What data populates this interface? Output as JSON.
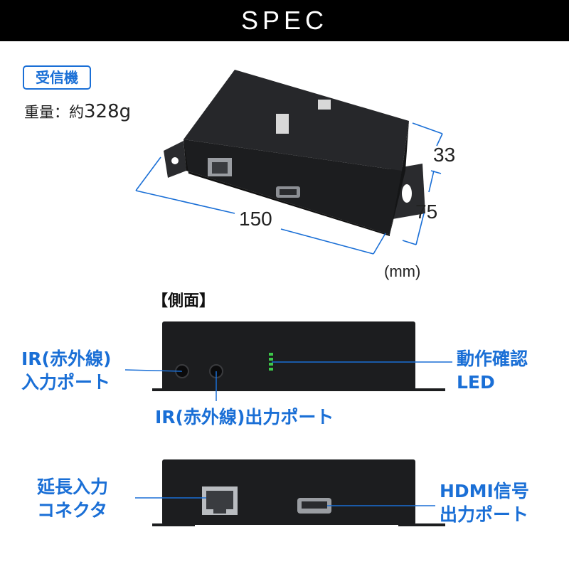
{
  "header": {
    "title": "SPEC"
  },
  "receiver": {
    "badge": "受信機",
    "weight_label": "重量：約",
    "weight_value": "328g"
  },
  "dimensions": {
    "width": "150",
    "depth": "75",
    "height": "33",
    "unit": "(mm)"
  },
  "side_view": {
    "title": "【側面】"
  },
  "callouts": {
    "ir_in_line1": "IR(赤外線)",
    "ir_in_line2": "入力ポート",
    "ir_out": "IR(赤外線)出力ポート",
    "led_line1": "動作確認",
    "led_line2": "LED",
    "ext_in_line1": "延長入力",
    "ext_in_line2": "コネクタ",
    "hdmi_line1": "HDMI信号",
    "hdmi_line2": "出力ポート"
  },
  "colors": {
    "accent": "#1a6fd6",
    "device": "#1c1d1f",
    "led": "#3cc84a"
  }
}
